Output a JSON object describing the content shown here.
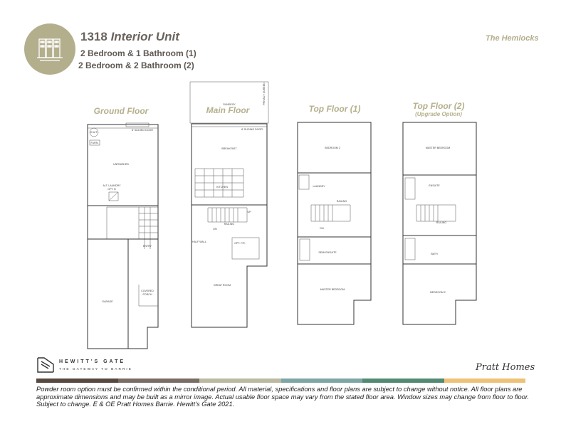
{
  "header": {
    "unit_number": "1318",
    "unit_type": "Interior Unit",
    "config_1": "2 Bedroom & 1 Bathroom (1)",
    "config_2": "2 Bedroom & 2 Bathroom (2)",
    "model_name": "The Hemlocks",
    "icon": "building-icon"
  },
  "floors": {
    "ground": {
      "label": "Ground Floor",
      "rooms": {
        "hwt": "H.W.T.",
        "furn": "FURN.",
        "door": "8' SLIDING DOOR",
        "unfinished": "UNFINISHED",
        "laundry": "ALT. LAUNDRY",
        "laundry_opt": "OPT. B",
        "entry": "ENTRY",
        "garage": "GARAGE",
        "porch": "COVERED",
        "porch2": "PORCH"
      }
    },
    "main": {
      "label": "Main Floor",
      "rooms": {
        "sundeck": "SUNDECK",
        "privacy": "PRIVACY SCREEN",
        "door": "8' SLIDING DOOR",
        "breakfast": "BREAKFAST",
        "kitchen": "KITCHEN",
        "railing": "RAILING",
        "dn": "DN",
        "up": "UP",
        "half_wall": "HALF WALL",
        "opt_pr": "OPT. P.R.",
        "great_room": "GREAT ROOM"
      }
    },
    "top1": {
      "label": "Top Floor (1)",
      "rooms": {
        "bedroom2": "BEDROOM 2",
        "laundry": "LAUNDRY",
        "railing": "RAILING",
        "ensuite": "SEMI ENSUITE",
        "master": "MASTER BEDROOM",
        "dn": "DN"
      }
    },
    "top2": {
      "label": "Top Floor (2)",
      "sublabel": "(Upgrade Option)",
      "rooms": {
        "master": "MASTER BEDROOM",
        "ensuite": "ENSUITE",
        "railing": "RAILING",
        "bath": "BATH",
        "bedroom2": "BEDROOM 2"
      }
    }
  },
  "footer": {
    "brand_name": "HEWITT'S GATE",
    "brand_tagline": "THE GATEWAY TO BARRIE",
    "builder": "Pratt Homes",
    "disclaimer": "Powder room option must be confirmed within the conditional period. All material, specifications and floor plans are subject to change without notice. All floor plans are approximate dimensions and may be built as a mirror image. Actual usable floor space may vary from the stated floor area. Window sizes may change from floor to floor. Subject to change. E & OE Pratt Homes Barrie. Hewitt's Gate 2021.",
    "colors": [
      "#574840",
      "#7a6d66",
      "#bcb9a1",
      "#7ea6a5",
      "#528a73",
      "#efc178"
    ]
  }
}
